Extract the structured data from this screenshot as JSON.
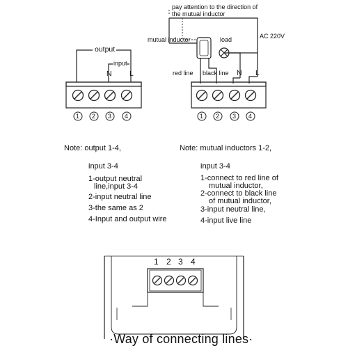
{
  "top_note": [
    "pay attention to the direction of",
    "the mutual inductor"
  ],
  "left_diagram": {
    "output_label": "output",
    "input_label": "input",
    "n_label": "N",
    "l_label": "L",
    "terminal_numbers": [
      "1",
      "2",
      "3",
      "4"
    ]
  },
  "right_diagram": {
    "mutual_inductor_label": "mutual inductor",
    "load_label": "load",
    "ac_label": "AC 220V",
    "red_line_label": "red line",
    "black_line_label": "black line",
    "n_label": "N",
    "l_label": "L",
    "terminal_numbers": [
      "1",
      "2",
      "3",
      "4"
    ]
  },
  "note_left": {
    "header": "Note:  output 1-4,",
    "sub": "input 3-4",
    "items": [
      "1-output neutral",
      "line,input 3-4",
      "2-input neutral line",
      "3-the same as 2",
      "4-Input and output wire"
    ]
  },
  "note_right": {
    "header": "Note: mutual inductors 1-2,",
    "sub": "input 3-4",
    "items": [
      "1-connect to red line of",
      "mutual inductor,",
      "2-connect to black line",
      "of mutual inductor,",
      "3-input neutral line,",
      "4-input live line"
    ]
  },
  "device": {
    "terminal_numbers": [
      "1",
      "2",
      "3",
      "4"
    ]
  },
  "caption": "·Way of connecting lines·"
}
